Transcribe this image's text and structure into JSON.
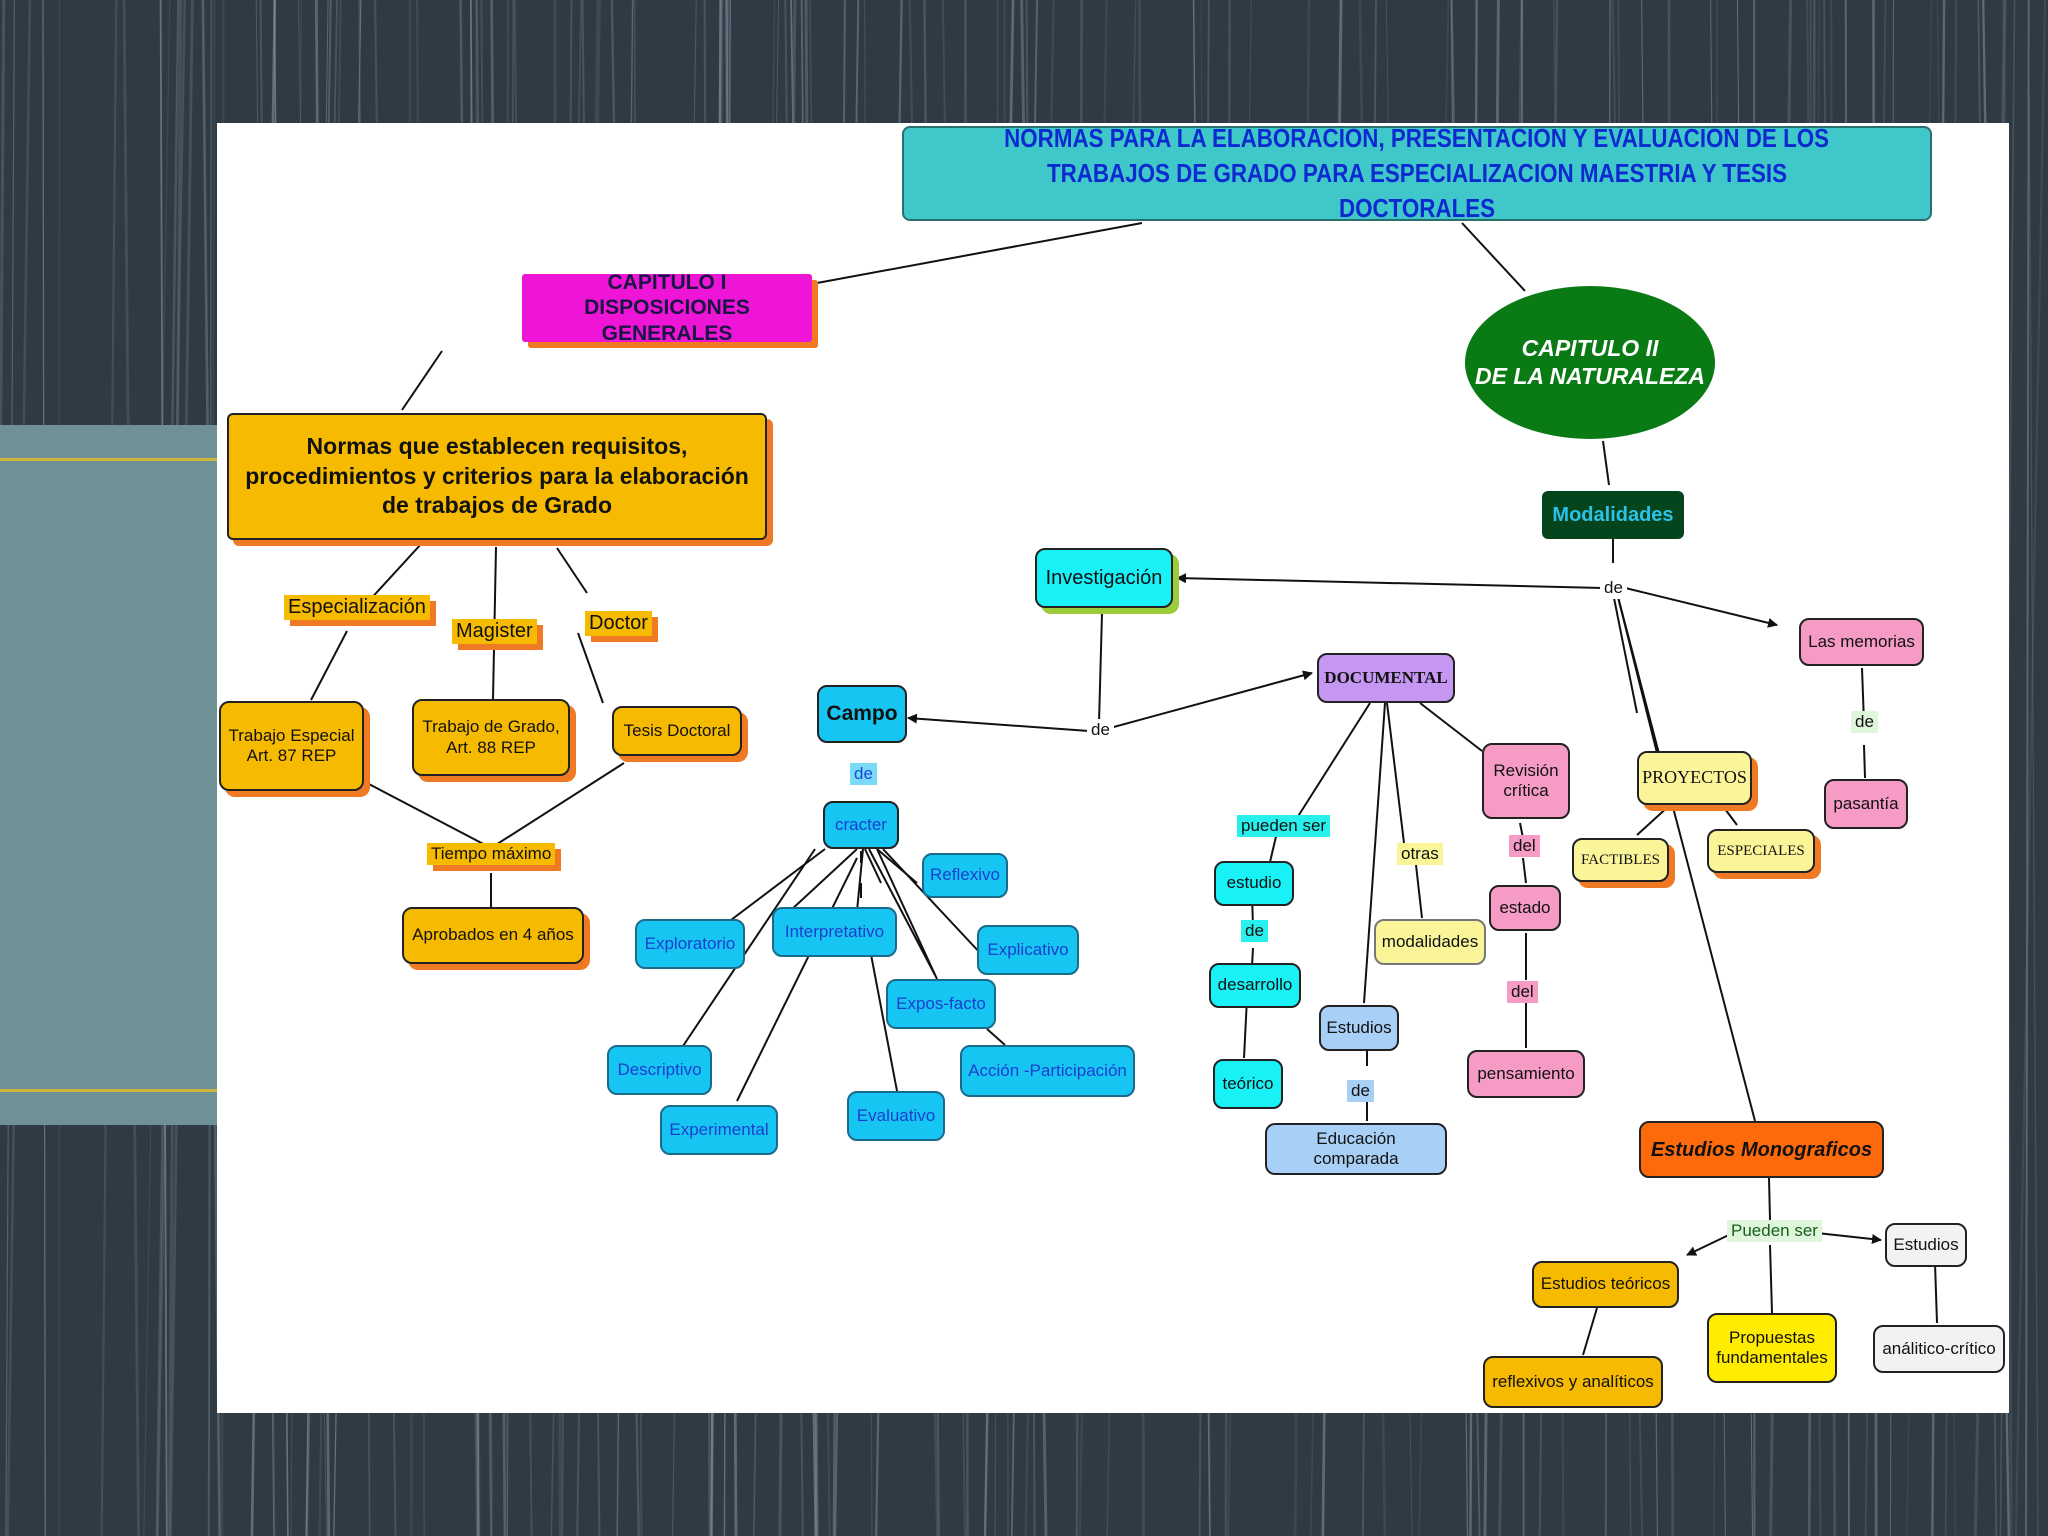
{
  "title": {
    "line1": "NORMAS PARA LA ELABORACION, PRESENTACION Y EVALUACION DE LOS",
    "line2": "TRABAJOS DE GRADO PARA ESPECIALIZACION MAESTRIA Y TESIS DOCTORALES"
  },
  "chapter1": {
    "line1": "CAPITULO I",
    "line2": "DISPOSICIONES GENERALES"
  },
  "chapter2": {
    "line1": "CAPITULO II",
    "line2": "DE LA NATURALEZA"
  },
  "normas": {
    "line1": "Normas que establecen requisitos,",
    "line2": "procedimientos y criterios para la elaboración",
    "line3": "de trabajos de Grado"
  },
  "levels": {
    "especializacion": "Especialización",
    "magister": "Magister",
    "doctor": "Doctor"
  },
  "works": {
    "especial_line1": "Trabajo Especial",
    "especial_line2": "Art. 87 REP",
    "grado_line1": "Trabajo de Grado,",
    "grado_line2": "Art. 88 REP",
    "tesis": "Tesis Doctoral"
  },
  "tiempo": "Tiempo máximo",
  "aprobados": "Aprobados en 4 años",
  "modalidades": "Modalidades",
  "investigacion": "Investigación",
  "de_labels": {
    "mod_de": "de",
    "inv_de": "de",
    "campo_de": "de",
    "estudio_de": "de",
    "estudios_de": "de",
    "memorias_de": "de"
  },
  "campo": "Campo",
  "cracter": "cracter",
  "caracter_types": {
    "reflexivo": "Reflexivo",
    "exploratorio": "Exploratorio",
    "interpretativo": "Interpretativo",
    "explicativo": "Explicativo",
    "expos": "Expos-facto",
    "descriptivo": "Descriptivo",
    "accion": "Acción -Participación",
    "experimental": "Experimental",
    "evaluativo": "Evaluativo"
  },
  "documental": "DOCUMENTAL",
  "pueden_ser": "pueden ser",
  "estudio": "estudio",
  "desarrollo": "desarrollo",
  "teorico": "teórico",
  "otras": "otras",
  "modalidades_small": "modalidades",
  "estudios": "Estudios",
  "educacion": "Educación comparada",
  "revision": {
    "line1": "Revisión",
    "line2": "crítica"
  },
  "del1": "del",
  "estado": "estado",
  "del2": "del",
  "pensamiento": "pensamiento",
  "memorias": "Las memorias",
  "pasantia": "pasantía",
  "proyectos": "PROYECTOS",
  "factibles": "FACTIBLES",
  "especiales": "ESPECIALES",
  "monograficos": "Estudios Monograficos",
  "pueden_ser2": "Pueden ser",
  "estudios_teoricos": "Estudios teóricos",
  "reflexivos": "reflexivos y analíticos",
  "propuestas": {
    "line1": "Propuestas",
    "line2": "fundamentales"
  },
  "estudios2": "Estudios",
  "analitico": "análitico-crítico",
  "colors": {
    "title_bg": "#3fc7c9",
    "title_text": "#0d2ad0",
    "chapter1_bg": "#ee15d6",
    "chapter2_bg": "#0a7a14",
    "orange": "#f6bb00",
    "cyan": "#17c5f3",
    "lavender": "#c596f2",
    "pink": "#f59bc5",
    "light_yellow": "#fbf59a",
    "orange_red": "#fc6a0c"
  }
}
